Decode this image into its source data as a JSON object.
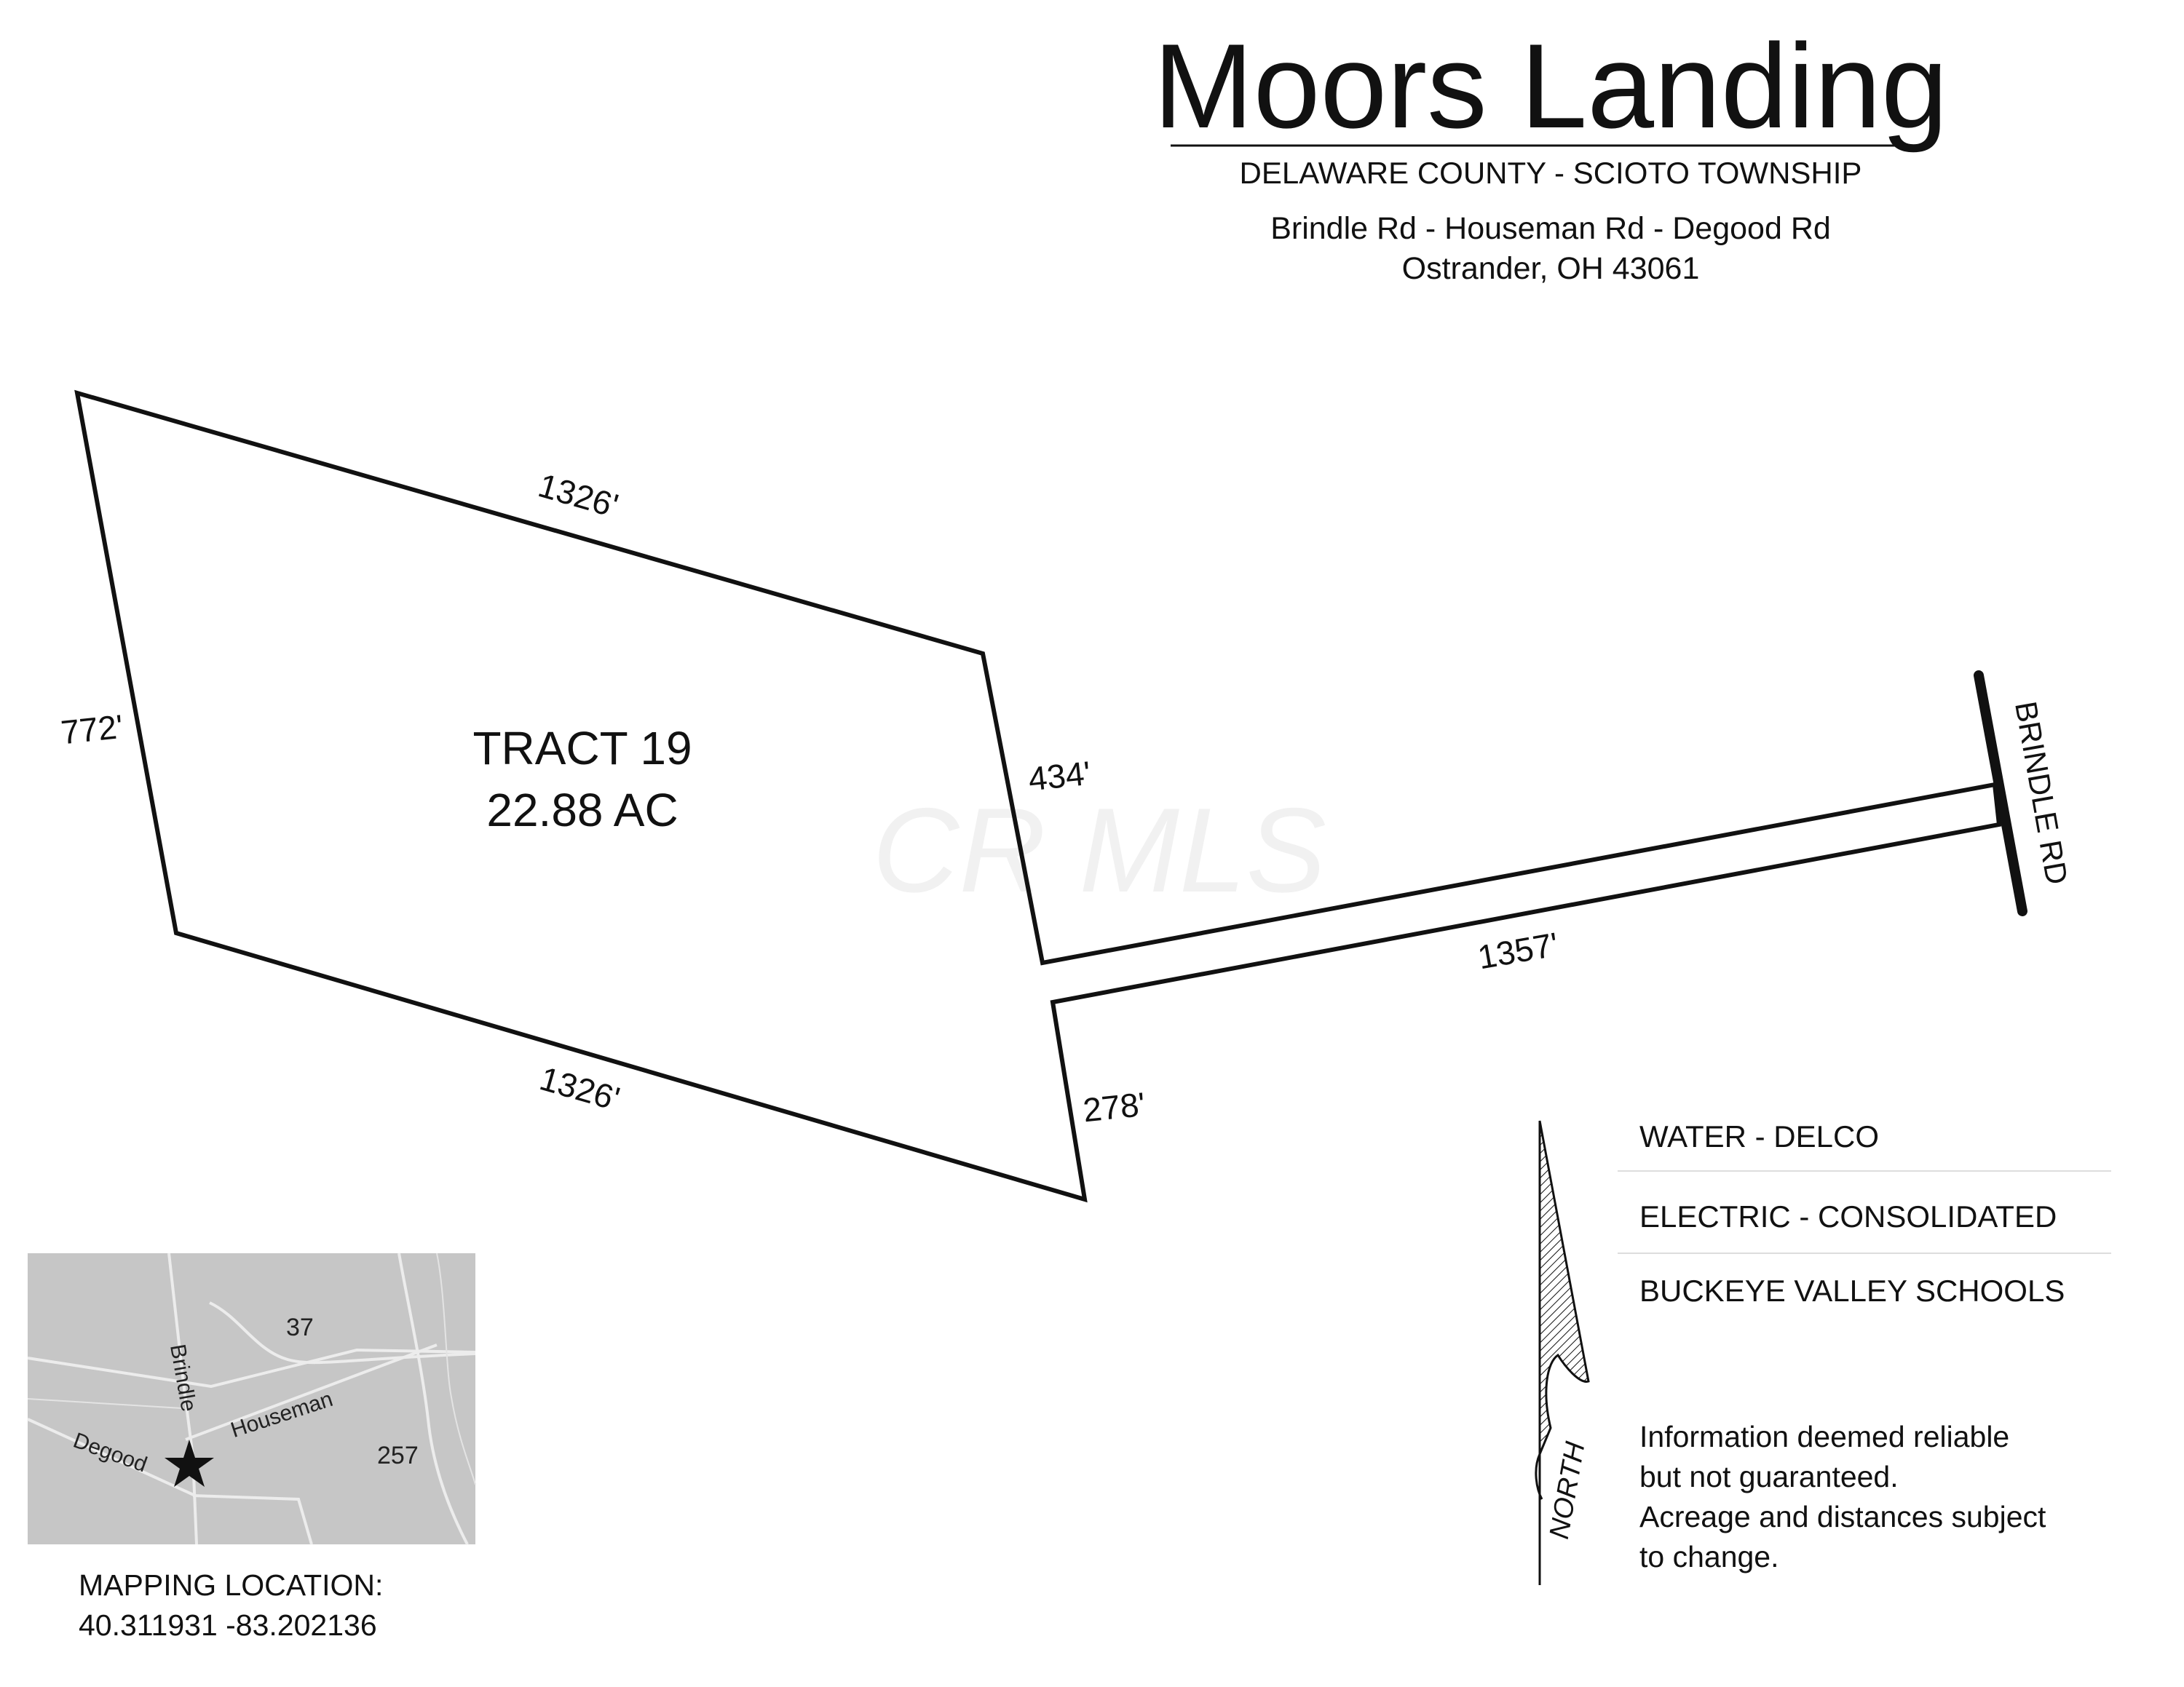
{
  "header": {
    "title": "Moors Landing",
    "subtitle": "DELAWARE COUNTY - SCIOTO TOWNSHIP",
    "roads": "Brindle Rd - Houseman Rd - Degood Rd",
    "city": "Ostrander, OH 43061"
  },
  "tract": {
    "name": "TRACT 19",
    "acreage": "22.88 AC",
    "dimensions": {
      "north": "1326'",
      "west": "772'",
      "east_upper": "434'",
      "south": "1326'",
      "east_lower": "278'",
      "drive": "1357'"
    }
  },
  "road_label": "BRINDLE RD",
  "watermark": "CR MLS",
  "utilities": [
    "WATER - DELCO",
    "ELECTRIC - CONSOLIDATED",
    "BUCKEYE VALLEY SCHOOLS"
  ],
  "disclaimer": [
    "Information deemed reliable",
    "but not guaranteed.",
    "Acreage and distances subject",
    "to change."
  ],
  "north_label": "NORTH",
  "locator_map": {
    "labels": {
      "route_37": "37",
      "route_257": "257",
      "brindle": "Brindle",
      "houseman": "Houseman",
      "degood": "Degood"
    }
  },
  "mapping": {
    "label": "MAPPING LOCATION:",
    "coordinates": "40.311931 -83.202136"
  },
  "colors": {
    "ink": "#111111",
    "map_background": "#c6c6c6",
    "map_roads": "#ececec",
    "watermark": "#f1f1f1"
  }
}
